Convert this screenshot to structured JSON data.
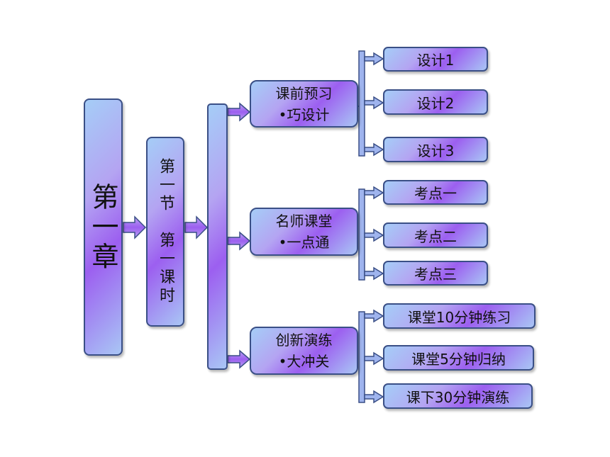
{
  "chapter": "第一章",
  "section": "第一节　第一课时",
  "middle": [
    {
      "line1": "课前预习",
      "line2": "•巧设计"
    },
    {
      "line1": "名师课堂",
      "line2": "•一点通"
    },
    {
      "line1": "创新演练",
      "line2": "•大冲关"
    }
  ],
  "leaves": [
    "设计1",
    "设计2",
    "设计3",
    "考点一",
    "考点二",
    "考点三",
    "课堂10分钟练习",
    "课堂5分钟归纳",
    "课下30分钟演练"
  ],
  "colors": {
    "border": "#3a4f86",
    "fill_light": "#a5cdf7",
    "fill_dark": "#9c5ff0"
  }
}
